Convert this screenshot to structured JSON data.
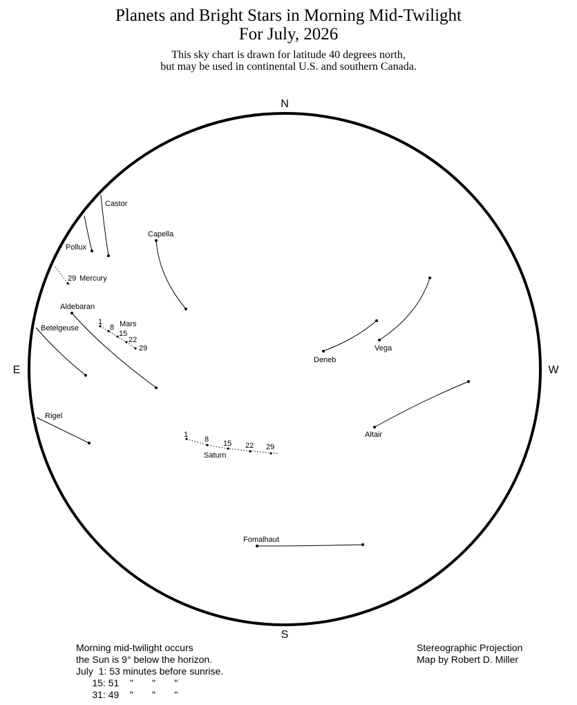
{
  "header": {
    "title_line1": "Planets and Bright Stars in Morning Mid-Twilight",
    "title_line2": "For July, 2026",
    "subtitle_line1": "This sky chart is drawn for latitude 40 degrees north,",
    "subtitle_line2": "but may be used in continental U.S. and southern Canada."
  },
  "compass": {
    "north": "N",
    "south": "S",
    "east": "E",
    "west": "W"
  },
  "stars": [
    {
      "name": "Castor",
      "label": "Castor"
    },
    {
      "name": "Pollux",
      "label": "Pollux"
    },
    {
      "name": "Capella",
      "label": "Capella"
    },
    {
      "name": "Aldebaran",
      "label": "Aldebaran"
    },
    {
      "name": "Betelgeuse",
      "label": "Betelgeuse"
    },
    {
      "name": "Rigel",
      "label": "Rigel"
    },
    {
      "name": "Deneb",
      "label": "Deneb"
    },
    {
      "name": "Vega",
      "label": "Vega"
    },
    {
      "name": "Altair",
      "label": "Altair"
    },
    {
      "name": "Fomalhaut",
      "label": "Fomalhaut"
    }
  ],
  "planets": {
    "mercury": {
      "name": "Mercury",
      "dates": [
        "29"
      ]
    },
    "mars": {
      "name": "Mars",
      "dates": [
        "1",
        "8",
        "15",
        "22",
        "29"
      ]
    },
    "saturn": {
      "name": "Saturn",
      "dates": [
        "1",
        "8",
        "15",
        "22",
        "29"
      ]
    }
  },
  "notes": {
    "line1": "Morning mid-twilight occurs",
    "line2": "the Sun is 9° below the horizon.",
    "line3": "July  1: 53 minutes before sunrise.",
    "line4": "      15: 51    \"       \"       \"",
    "line5": "      31: 49    \"       \"       \""
  },
  "credits": {
    "line1": "Stereographic Projection",
    "line2": "Map by Robert D. Miller"
  }
}
